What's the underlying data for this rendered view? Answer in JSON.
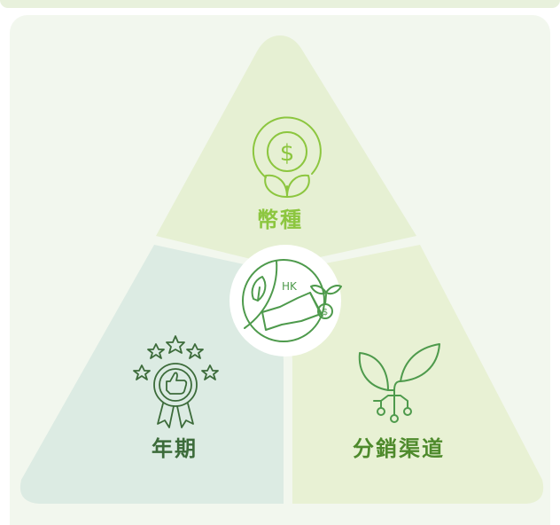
{
  "segments": {
    "top": {
      "label": "幣種",
      "icon": "dollar-coin-sprout-icon"
    },
    "left": {
      "label": "年期",
      "icon": "stars-medal-thumbs-up-icon"
    },
    "right": {
      "label": "分銷渠道",
      "icon": "plant-circuit-icon"
    }
  },
  "center": {
    "icon": "leaf-megaphone-hk-icon",
    "text": "HK",
    "coin_symbol": "$"
  },
  "colors": {
    "top_fill": "#e6f0d3",
    "left_fill": "#dcebe3",
    "right_fill": "#e8f1d4",
    "top_label": "#8cc63f",
    "left_label": "#3c6b3a",
    "right_label": "#4e8a2c",
    "icon_green": "#8cc63f",
    "icon_dark": "#3c6b3a",
    "icon_mid": "#4e9a4c",
    "card_bg": "#f2f7ee"
  }
}
